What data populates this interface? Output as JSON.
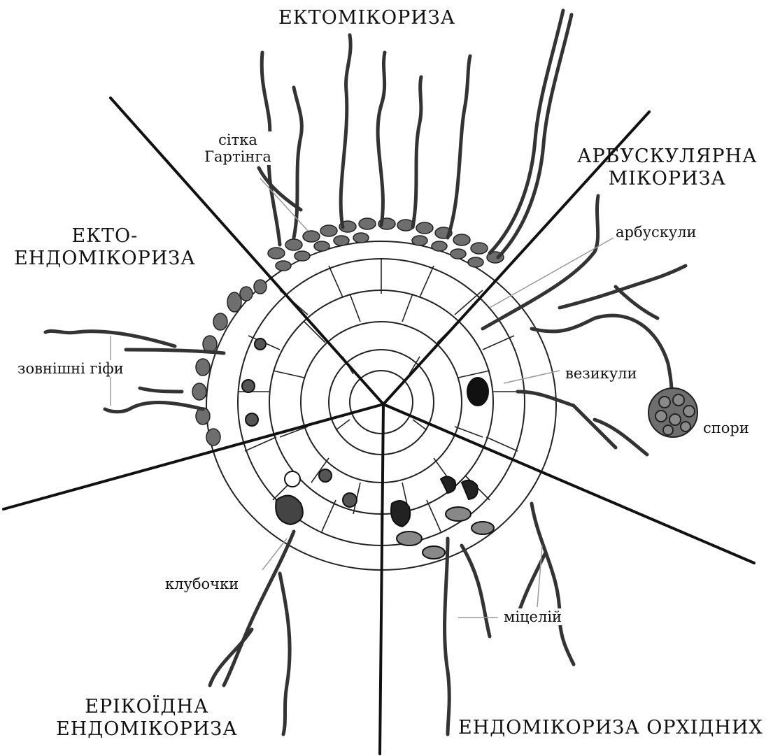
{
  "sections": {
    "ecto": "ЕКТОМІКОРИЗА",
    "arbuscular_1": "АРБУСКУЛЯРНА",
    "arbuscular_2": "МІКОРИЗА",
    "ecto_endo_1": "ЕКТО-",
    "ecto_endo_2": "ЕНДОМІКОРИЗА",
    "ericoid_1": "ЕРІКОЇДНА",
    "ericoid_2": "ЕНДОМІКОРИЗА",
    "orchid": "ЕНДОМІКОРИЗА ОРХІДНИХ"
  },
  "labels": {
    "hartig_1": "сітка",
    "hartig_2": "Гартінга",
    "arbuscules": "арбускули",
    "external_hyphae": "зовнішні гіфи",
    "vesicles": "везикули",
    "spores": "спори",
    "coils": "клубочки",
    "mycelium": "міцелій"
  },
  "colors": {
    "ink": "#111111",
    "cell_fill": "#ffffff",
    "fungus_fill": "#6e6e6e",
    "leader": "#9a9a9a"
  }
}
